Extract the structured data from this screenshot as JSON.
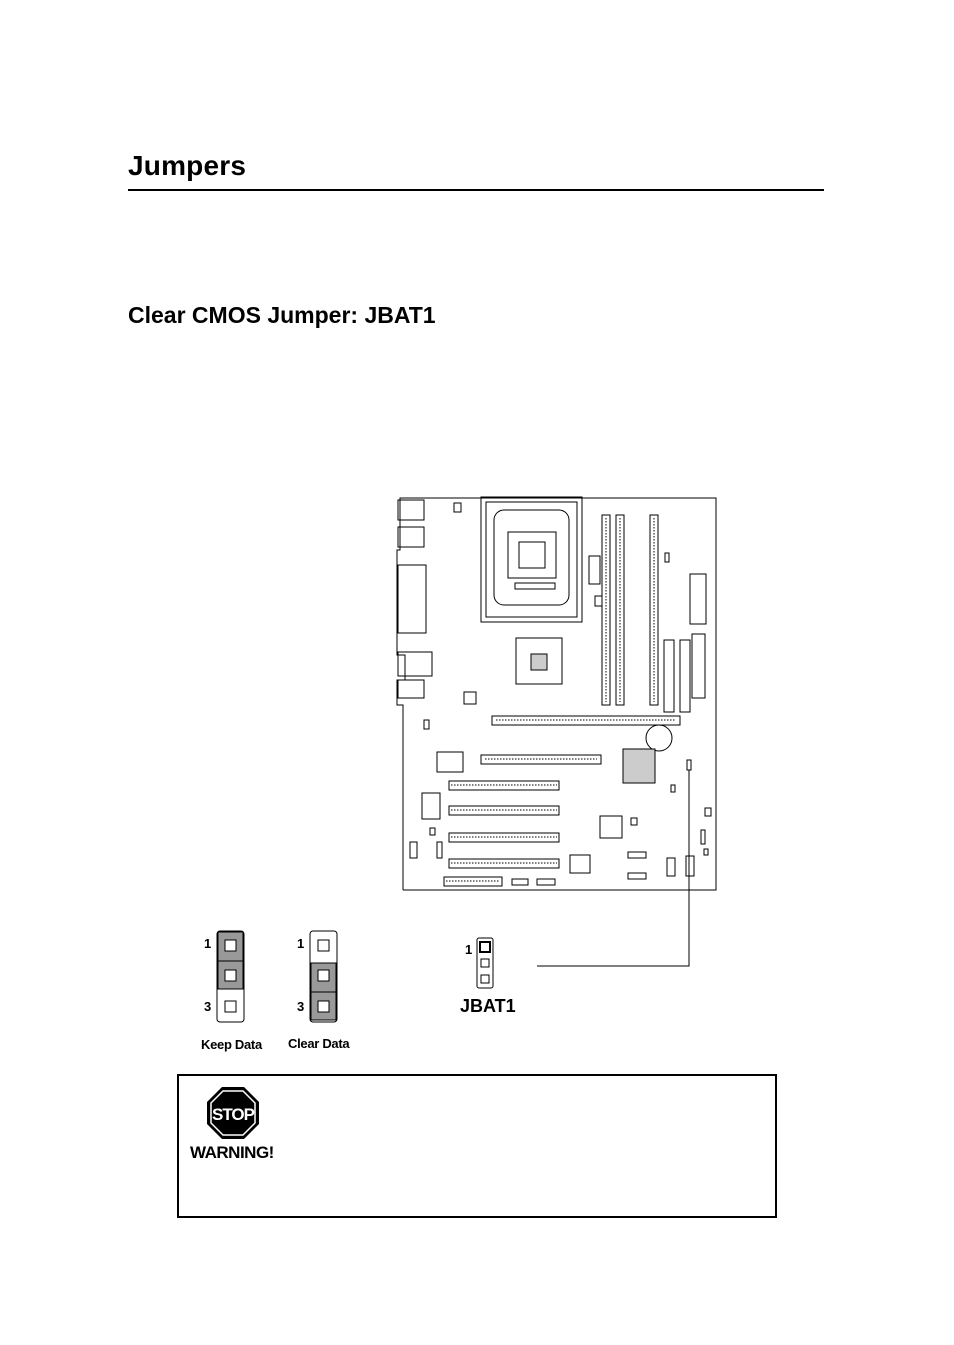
{
  "page": {
    "title": "Jumpers",
    "section_title": "Clear CMOS Jumper: JBAT1"
  },
  "diagram": {
    "keep_data": {
      "pin1_label": "1",
      "pin3_label": "3",
      "caption": "Keep Data"
    },
    "clear_data": {
      "pin1_label": "1",
      "pin3_label": "3",
      "caption": "Clear Data"
    },
    "jbat1": {
      "pin1_label": "1",
      "label": "JBAT1"
    }
  },
  "warning": {
    "icon": "stop-sign-icon",
    "icon_text": "STOP",
    "label": "WARNING!"
  }
}
